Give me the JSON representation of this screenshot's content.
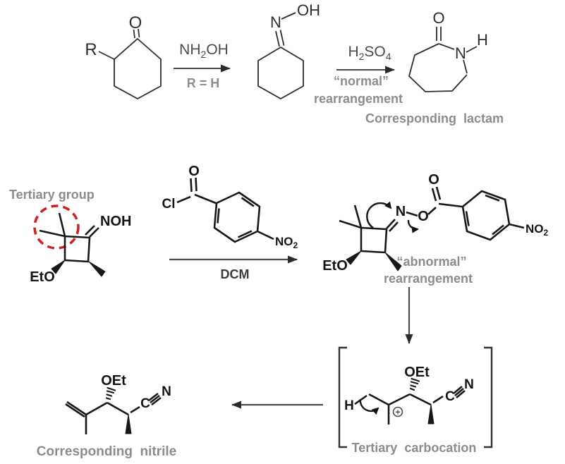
{
  "colors": {
    "structure_ink": "#1c1c1c",
    "thin_ink": "#2e2e2e",
    "caption_gray": "#8c8c8c",
    "reagent_gray": "#4a4a4a",
    "solvent_ink": "#3b3b3b",
    "highlight_red": "#cc2222",
    "background": "#ffffff"
  },
  "row1": {
    "ketone": {
      "carbonyl_label": "O",
      "substituent_label": "R"
    },
    "step1": {
      "reagent": [
        "NH",
        "2",
        "OH"
      ],
      "condition": "R = H"
    },
    "oxime": {
      "n_label": "N",
      "oh_label": "OH"
    },
    "step2": {
      "reagent": [
        "H",
        "2",
        "SO",
        "4"
      ],
      "condition_line1": "“normal”",
      "condition_line2": "rearrangement"
    },
    "lactam": {
      "o_label": "O",
      "n_label": "N",
      "h_label": "H"
    },
    "caption": "Corresponding  lactam"
  },
  "row2": {
    "highlight_label": "Tertiary group",
    "oxime": {
      "noh_label": "NOH",
      "ether_label": "EtO"
    },
    "acyl_chloride": {
      "cl_label": "Cl",
      "o_label": "O",
      "nitro": [
        "NO",
        "2"
      ]
    },
    "step": {
      "solvent": "DCM"
    },
    "ester": {
      "n_label": "N",
      "o_label": "O",
      "carbonyl_label": "O",
      "ether_label": "EtO",
      "nitro": [
        "NO",
        "2"
      ]
    },
    "condition_line1": "“abnormal”",
    "condition_line2": "rearrangement"
  },
  "row3": {
    "carbocation": {
      "h_label": "H",
      "ether_label": "OEt",
      "c_label": "C",
      "n_label": "N",
      "charge": "+",
      "caption": "Tertiary  carbocation"
    },
    "nitrile": {
      "ether_label": "OEt",
      "c_label": "C",
      "n_label": "N",
      "caption": "Corresponding  nitrile"
    }
  }
}
